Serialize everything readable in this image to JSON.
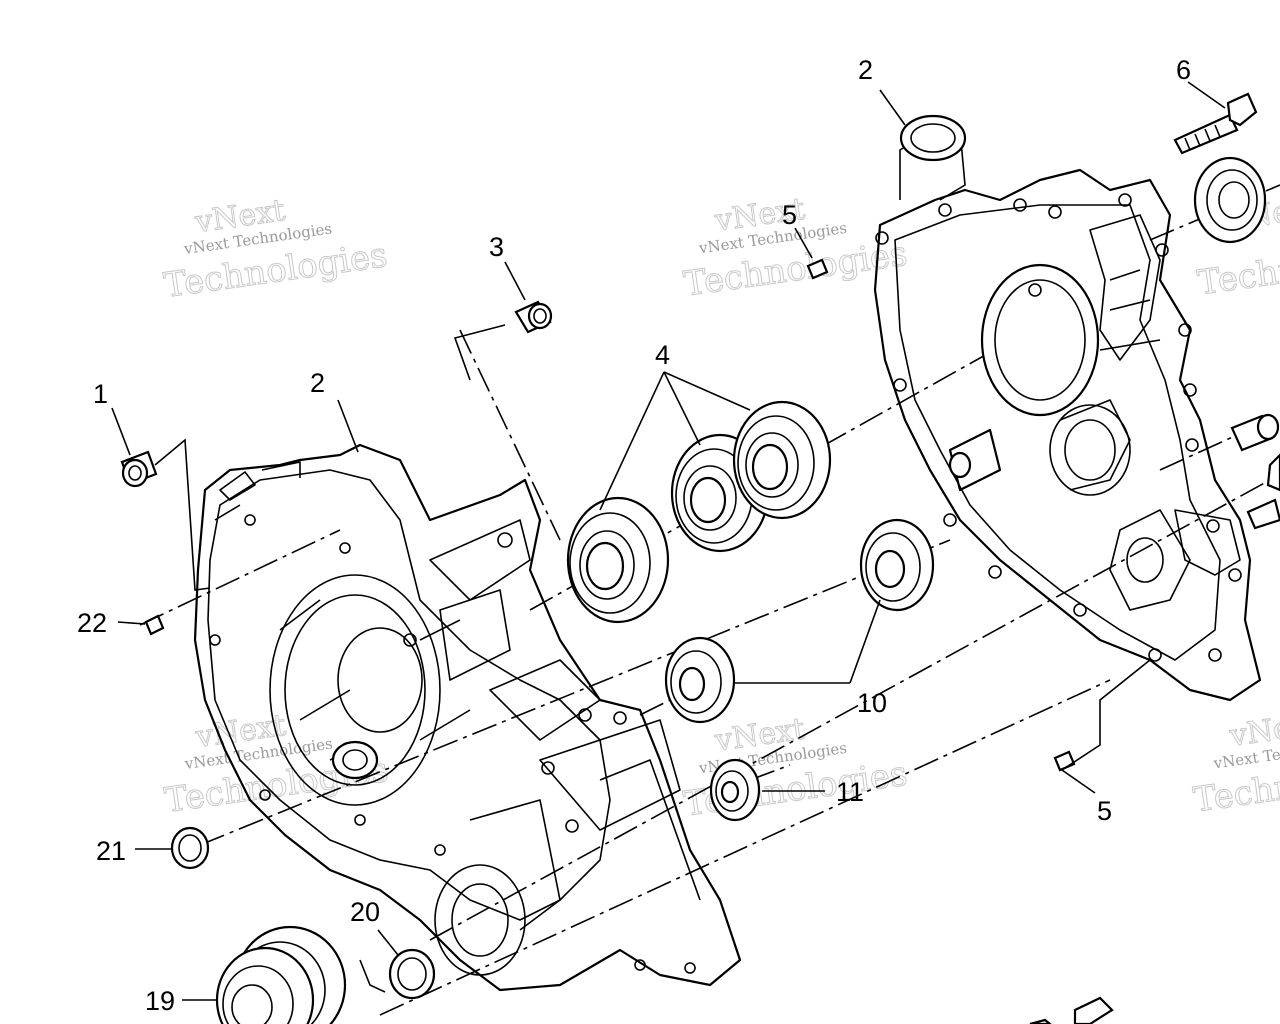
{
  "watermark": {
    "text_big_line1": "vNext",
    "text_big_line2": "Technologies",
    "text_small": "vNext Technologies"
  },
  "callouts": {
    "c1": "1",
    "c2_left": "2",
    "c2_right": "2",
    "c3": "3",
    "c4": "4",
    "c5_top": "5",
    "c5_bottom": "5",
    "c6": "6",
    "c10": "10",
    "c11": "11",
    "c19": "19",
    "c20": "20",
    "c21": "21",
    "c22": "22"
  }
}
